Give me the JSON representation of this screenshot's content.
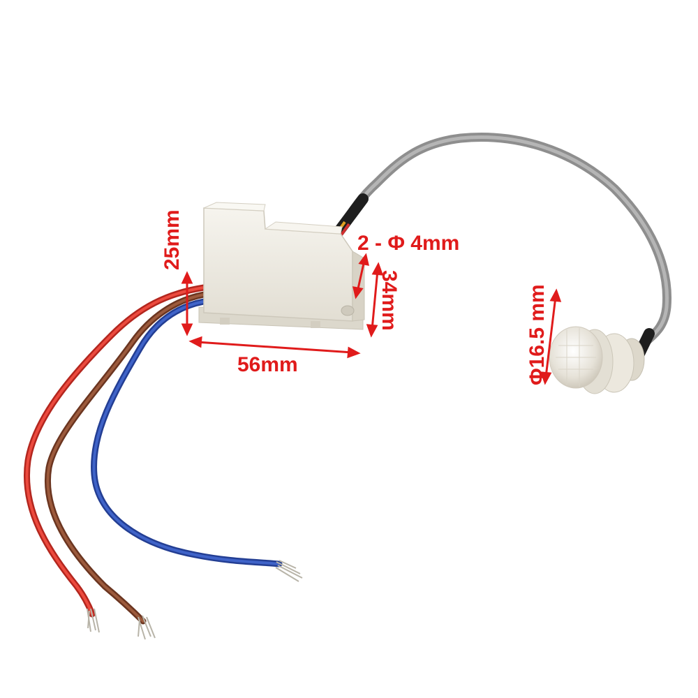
{
  "dimensions": {
    "height": "25mm",
    "length": "56mm",
    "mount_holes": "2 - Φ 4mm",
    "depth": "34mm",
    "sensor_diameter": "Φ16.5 mm"
  },
  "colors": {
    "annotation": "#e01b1b",
    "wire_red": "#e53935",
    "wire_brown": "#8a4a2e",
    "wire_blue": "#2f4fb0",
    "cable_gray": "#9a9a9a",
    "housing": "#f1efe8"
  }
}
